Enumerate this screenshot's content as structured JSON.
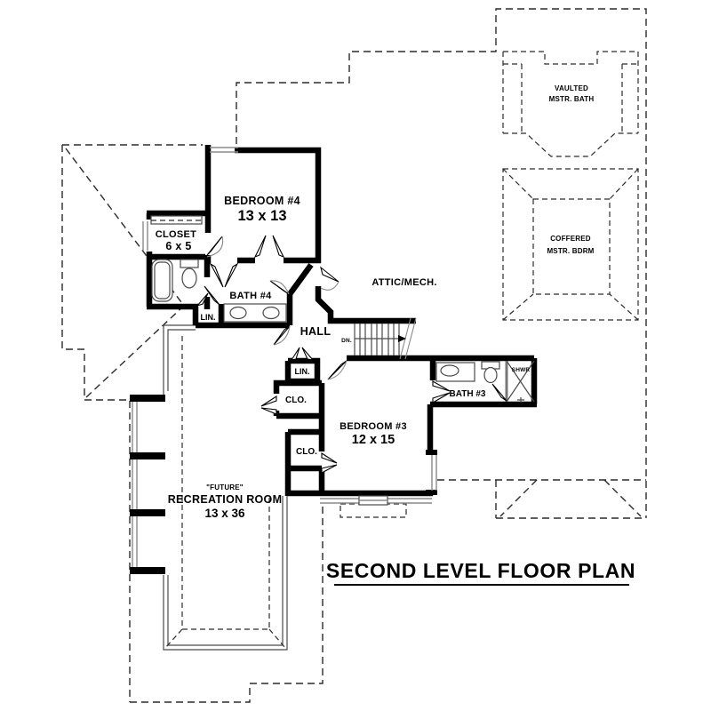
{
  "title": "SECOND LEVEL FLOOR PLAN",
  "labels": {
    "vaulted_line1": "VAULTED",
    "vaulted_line2": "MSTR. BATH",
    "coffered_line1": "COFFERED",
    "coffered_line2": "MSTR. BDRM",
    "bedroom4_name": "BEDROOM #4",
    "bedroom4_dims": "13 x 13",
    "closet_name": "CLOSET",
    "closet_dims": "6 x 5",
    "bath4_name": "BATH #4",
    "lin1": "LIN.",
    "lin2": "LIN.",
    "hall": "HALL",
    "dn": "DN.",
    "attic": "ATTIC/MECH.",
    "clo1": "CLO.",
    "clo2": "CLO.",
    "bedroom3_name": "BEDROOM #3",
    "bedroom3_dims": "12 x 15",
    "bath3_name": "BATH #3",
    "shwr": "SHWR",
    "rec_future": "\"FUTURE\"",
    "rec_name": "RECREATION ROOM",
    "rec_dims": "13 x 36"
  },
  "colors": {
    "wall": "#000000",
    "roof_dash": "#2b2b2b",
    "fixture_line": "#4a4a4a",
    "window_line": "#8a8a8a",
    "background": "#ffffff",
    "text": "#000000"
  }
}
